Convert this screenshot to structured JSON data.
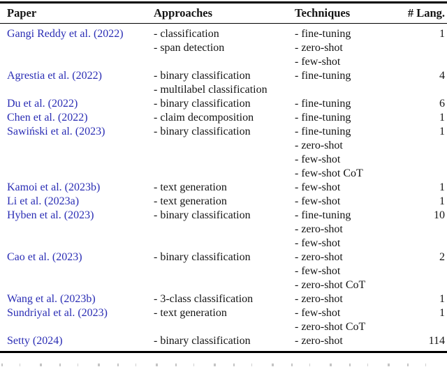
{
  "colors": {
    "citation_link": "#2a2db4",
    "text": "#141414",
    "rule": "#000000",
    "background": "#ffffff"
  },
  "table": {
    "headers": [
      "Paper",
      "Approaches",
      "Techniques",
      "# Lang."
    ],
    "rows": [
      {
        "paper": "Gangi Reddy et al. (2022)",
        "approaches": [
          "- classification",
          "- span detection"
        ],
        "techniques": [
          "- fine-tuning",
          "- zero-shot",
          "- few-shot"
        ],
        "languages": "1"
      },
      {
        "paper": "Agrestia et al. (2022)",
        "approaches": [
          "- binary classification",
          "- multilabel classification"
        ],
        "techniques": [
          "- fine-tuning"
        ],
        "languages": "4"
      },
      {
        "paper": "Du et al. (2022)",
        "approaches": [
          "- binary classification"
        ],
        "techniques": [
          "- fine-tuning"
        ],
        "languages": "6"
      },
      {
        "paper": "Chen et al. (2022)",
        "approaches": [
          "- claim decomposition"
        ],
        "techniques": [
          "- fine-tuning"
        ],
        "languages": "1"
      },
      {
        "paper": "Sawiński et al. (2023)",
        "approaches": [
          "- binary classification"
        ],
        "techniques": [
          "- fine-tuning",
          "- zero-shot",
          "- few-shot",
          "- few-shot CoT"
        ],
        "languages": "1"
      },
      {
        "paper": "Kamoi et al. (2023b)",
        "approaches": [
          "- text generation"
        ],
        "techniques": [
          "- few-shot"
        ],
        "languages": "1"
      },
      {
        "paper": "Li et al. (2023a)",
        "approaches": [
          "- text generation"
        ],
        "techniques": [
          "- few-shot"
        ],
        "languages": "1"
      },
      {
        "paper": "Hyben et al. (2023)",
        "approaches": [
          "- binary classification"
        ],
        "techniques": [
          "- fine-tuning",
          "- zero-shot",
          "- few-shot"
        ],
        "languages": "10"
      },
      {
        "paper": "Cao et al. (2023)",
        "approaches": [
          "- binary classification"
        ],
        "techniques": [
          "- zero-shot",
          "- few-shot",
          "- zero-shot CoT"
        ],
        "languages": "2"
      },
      {
        "paper": "Wang et al. (2023b)",
        "approaches": [
          "- 3-class classification"
        ],
        "techniques": [
          "- zero-shot"
        ],
        "languages": "1"
      },
      {
        "paper": "Sundriyal et al. (2023)",
        "approaches": [
          "- text generation"
        ],
        "techniques": [
          "- few-shot",
          "- zero-shot CoT"
        ],
        "languages": "1"
      },
      {
        "paper": "Setty (2024)",
        "approaches": [
          "- binary classification"
        ],
        "techniques": [
          "- zero-shot"
        ],
        "languages": "114"
      }
    ]
  }
}
